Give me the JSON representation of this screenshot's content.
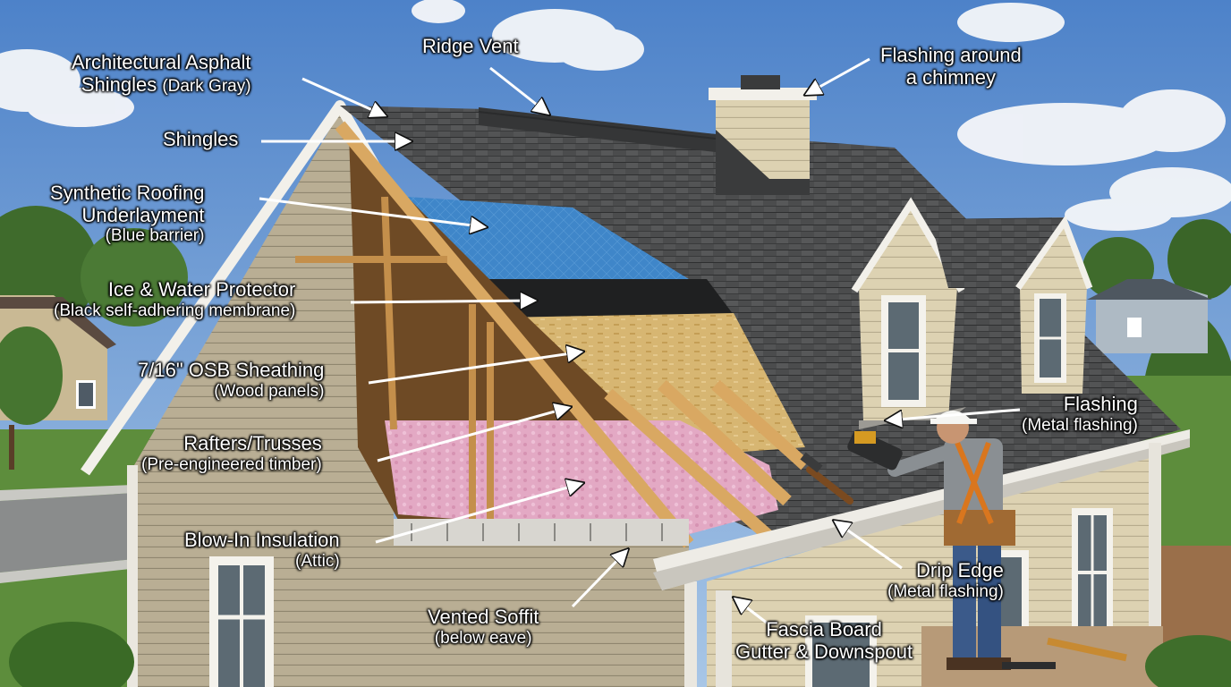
{
  "callouts": {
    "asphalt": {
      "title": "Architectural Asphalt",
      "line2": "Shingles",
      "sub": "(Dark Gray)"
    },
    "ridge": {
      "title": "Ridge Vent"
    },
    "chimney": {
      "title": "Flashing around",
      "line2": "a chimney"
    },
    "shingles": {
      "title": "Shingles"
    },
    "underlay": {
      "title": "Synthetic Roofing",
      "line2": "Underlayment",
      "sub": "(Blue barrier)"
    },
    "ice": {
      "title": "Ice & Water Protector",
      "sub": "(Black self-adhering membrane)"
    },
    "osb": {
      "title": "7/16\" OSB Sheathing",
      "sub": "(Wood panels)"
    },
    "rafters": {
      "title": "Rafters/Trusses",
      "sub": "(Pre-engineered timber)"
    },
    "insulation": {
      "title": "Blow-In Insulation",
      "sub": "(Attic)"
    },
    "soffit": {
      "title": "Vented Soffit",
      "sub": "(below eave)"
    },
    "flashing": {
      "title": "Flashing",
      "sub": "(Metal flashing)"
    },
    "drip": {
      "title": "Drip Edge",
      "sub": "(Metal flashing)"
    },
    "fascia": {
      "title": "Fascia Board",
      "line2": "Gutter & Downspout"
    }
  },
  "colors": {
    "sky": "#5d8fd0",
    "shingle": "#4a4b4c",
    "underlayment": "#3f86c9",
    "membrane": "#1f2021",
    "osb": "#d8b873",
    "insulation": "#e2a6c2",
    "siding": "#b8ad92",
    "trim": "#f2f0ea",
    "timber": "#d9a862"
  },
  "icons": [
    "arrow-icon",
    "roofer-figure",
    "nail-gun-icon",
    "hammer-icon",
    "ladder-tools"
  ]
}
